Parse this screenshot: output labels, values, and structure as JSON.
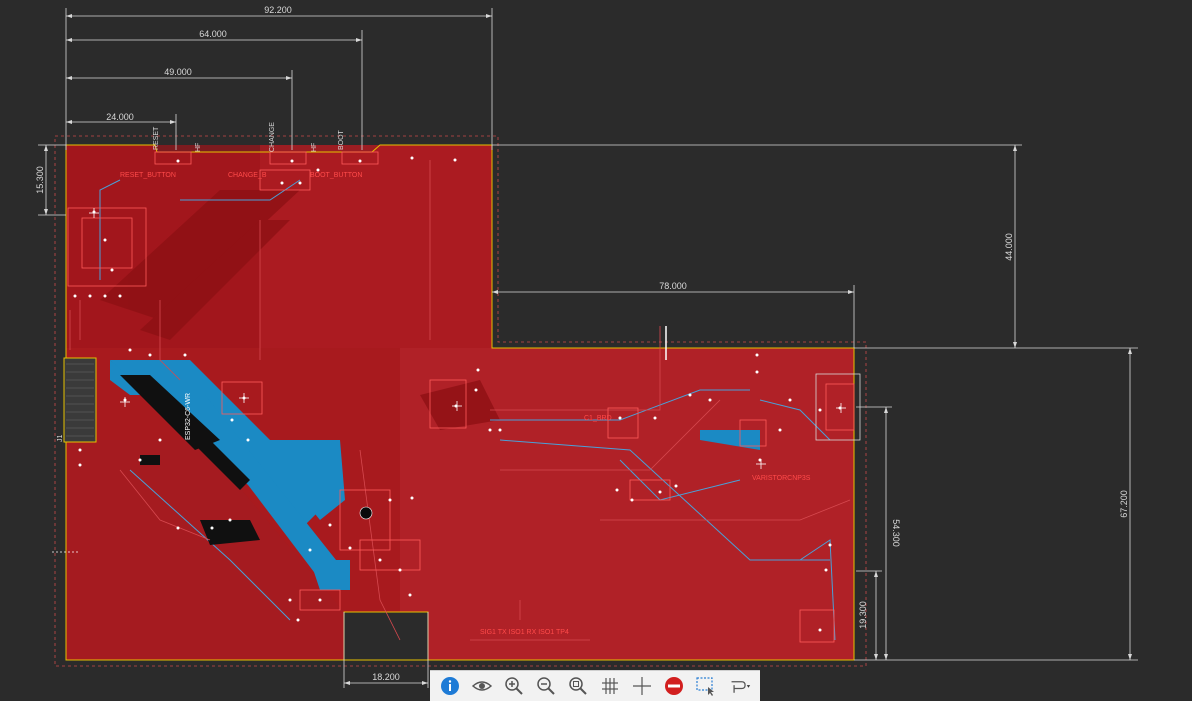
{
  "dimensions": {
    "top_width": "92.200",
    "w64": "64.000",
    "w49": "49.000",
    "w24": "24.000",
    "left_height": "15.300",
    "right_upper": "44.000",
    "notch_width": "78.000",
    "right_total": "67.200",
    "right_mid": "54.300",
    "right_low": "19.300",
    "bottom_cutout": "18.200"
  },
  "silkscreen": {
    "reset": "RESET",
    "change": "CHANGE",
    "boot": "BOOT",
    "reset_button": "RESET_BUTTON",
    "change_button": "CHANGE_B",
    "boot_button": "BOOT_BUTTON",
    "hf1": "HF",
    "hf2": "HF",
    "esp": "ESP32-C6-WR",
    "varistor": "VARISTORCNP3S",
    "j1": "J1",
    "c1": "C1_BRD",
    "sig_label": "SIG1 TX ISO1 RX ISO1 TP4"
  },
  "toolbar": {
    "info": "info-icon",
    "view": "eye-icon",
    "zoom_in": "zoom-in-icon",
    "zoom_out": "zoom-out-icon",
    "zoom_fit": "zoom-fit-icon",
    "grid": "grid-icon",
    "crosshair": "crosshair-icon",
    "stop": "stop-icon",
    "select": "select-rect-icon",
    "route": "route-icon"
  },
  "colors": {
    "background": "#2b2b2b",
    "copper": "#a81a1e",
    "copper_light": "#b42228",
    "board_edge": "#e6c200",
    "bottom_copper": "#1b8ac4",
    "dimension": "#d8d8d8",
    "silkscreen": "#ff4a4a"
  }
}
